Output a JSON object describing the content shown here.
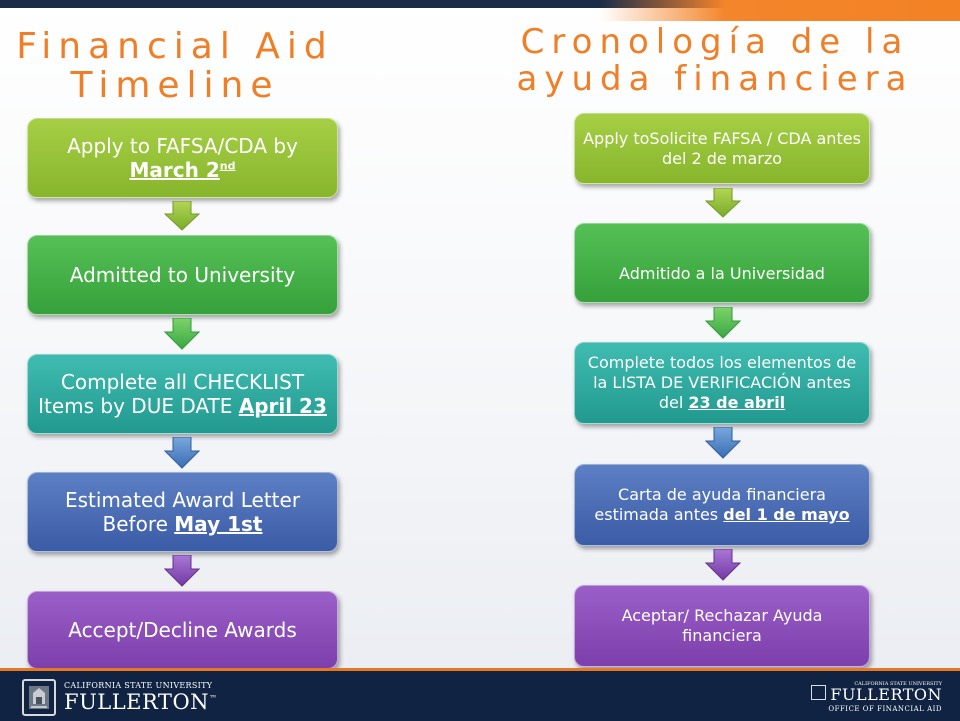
{
  "left": {
    "title_line1": "Financial Aid",
    "title_line2": "Timeline",
    "steps": [
      {
        "text": "Apply to FAFSA/CDA by",
        "bold": "March 2",
        "sup": "nd"
      },
      {
        "text": "Admitted to University"
      },
      {
        "text": "Complete all CHECKLIST Items by DUE DATE ",
        "bold": "April 23"
      },
      {
        "text": "Estimated Award Letter Before ",
        "bold": "May 1st"
      },
      {
        "text": "Accept/Decline Awards"
      }
    ]
  },
  "right": {
    "title_line1": "Cronología de la",
    "title_line2": "ayuda financiera",
    "steps": [
      {
        "text": "Apply toSolicite FAFSA / CDA antes del 2 de marzo"
      },
      {
        "text": "Admitido a la Universidad"
      },
      {
        "text": "Complete todos los elementos de la LISTA DE VERIFICACIÓN antes del ",
        "bold": "23 de abril"
      },
      {
        "text": "Carta de ayuda financiera estimada antes ",
        "bold": "del 1 de mayo"
      },
      {
        "text": "Aceptar/ Rechazar Ayuda financiera"
      }
    ]
  },
  "footer": {
    "left_small": "CALIFORNIA STATE UNIVERSITY",
    "left_big": "FULLERTON",
    "left_tm": "™",
    "right_small1": "CALIFORNIA STATE UNIVERSITY",
    "right_big": "FULLERTON",
    "right_office": "OFFICE OF FINANCIAL AID"
  },
  "colors": {
    "title_orange": "#f07e26",
    "lime": "#9bc53d",
    "green": "#45b148",
    "teal": "#2fada2",
    "blue": "#4a6db5",
    "purple": "#8a4cbb",
    "navy": "#102342"
  },
  "icons": [
    "down-arrow-icon",
    "university-seal-icon"
  ]
}
